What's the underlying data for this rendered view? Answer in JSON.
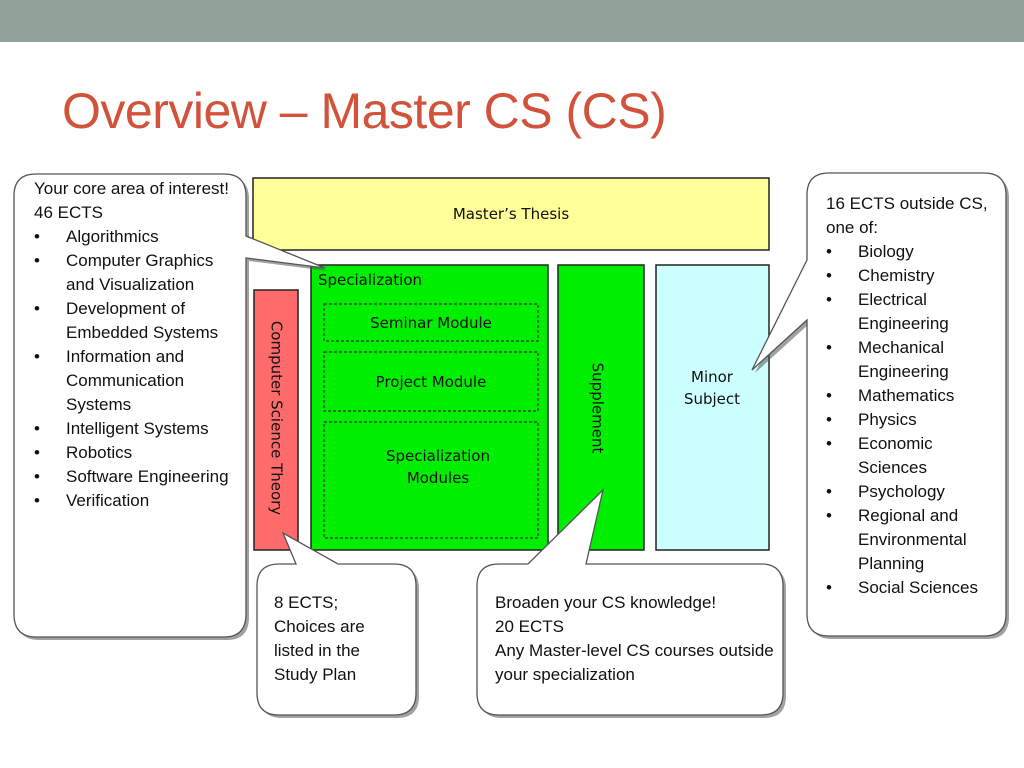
{
  "title": "Overview – Master CS (CS)",
  "diagram": {
    "thesis": "Master’s Thesis",
    "specialization": "Specialization",
    "seminar": "Seminar Module",
    "project": "Project Module",
    "spec_modules_line1": "Specialization",
    "spec_modules_line2": "Modules",
    "cs_theory": "Computer Science Theory",
    "supplement": "Supplement",
    "minor_line1": "Minor",
    "minor_line2": "Subject"
  },
  "callout_core": {
    "intro": "Your core area of interest! 46 ECTS",
    "items": [
      "Algorithmics",
      "Computer Graphics and Visualization",
      "Development of Embedded Systems",
      "Information and Communication Systems",
      "Intelligent Systems",
      "Robotics",
      "Software Engineering",
      "Verification"
    ]
  },
  "callout_minor": {
    "intro": "16 ECTS outside CS, one of:",
    "items": [
      "Biology",
      "Chemistry",
      "Electrical Engineering",
      "Mechanical Engineering",
      "Mathematics",
      "Physics",
      "Economic Sciences",
      "Psychology",
      "Regional and Environmental Planning",
      "Social Sciences"
    ]
  },
  "callout_theory": {
    "text": "8 ECTS; Choices are listed in the Study Plan"
  },
  "callout_supplement": {
    "line1": "Broaden your CS knowledge!",
    "line2": "20 ECTS",
    "line3": "Any Master-level CS courses outside your specialization"
  }
}
